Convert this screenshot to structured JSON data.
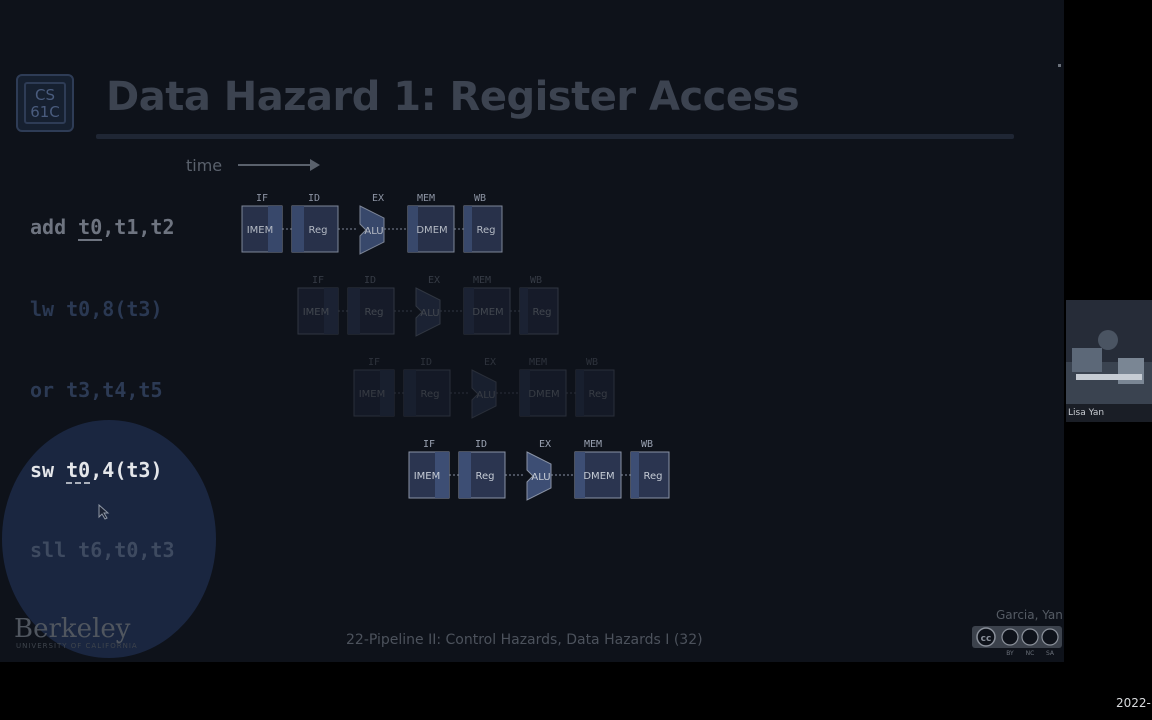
{
  "slide": {
    "logo_line1": "CS",
    "logo_line2": "61C",
    "title": "Data Hazard 1: Register Access",
    "time_label": "time",
    "footer": "22-Pipeline II: Control Hazards, Data Hazards I (32)",
    "authors": "Garcia, Yan",
    "berkeley": "Berkeley",
    "berkeley_sub": "UNIVERSITY OF CALIFORNIA",
    "license_icons": [
      "BY",
      "NC",
      "SA"
    ]
  },
  "instructions": [
    {
      "op": "add",
      "dest": "t0",
      "rest": ",t1,t2"
    },
    {
      "op": "lw",
      "dest": "t0",
      "rest": ",8(t3)"
    },
    {
      "op": "or",
      "dest": "t3",
      "rest": ",t4,t5"
    },
    {
      "op": "sw",
      "dest": "t0",
      "rest": ",4(t3)"
    },
    {
      "op": "sll",
      "dest": "t6",
      "rest": ",t0,t3"
    }
  ],
  "pipeline": {
    "stages": [
      "IF",
      "ID",
      "EX",
      "MEM",
      "WB"
    ],
    "units": [
      "IMEM",
      "Reg",
      "ALU",
      "DMEM",
      "Reg"
    ]
  },
  "webcam": {
    "name": "Lisa Yan"
  },
  "clock": {
    "date": "2022-"
  }
}
